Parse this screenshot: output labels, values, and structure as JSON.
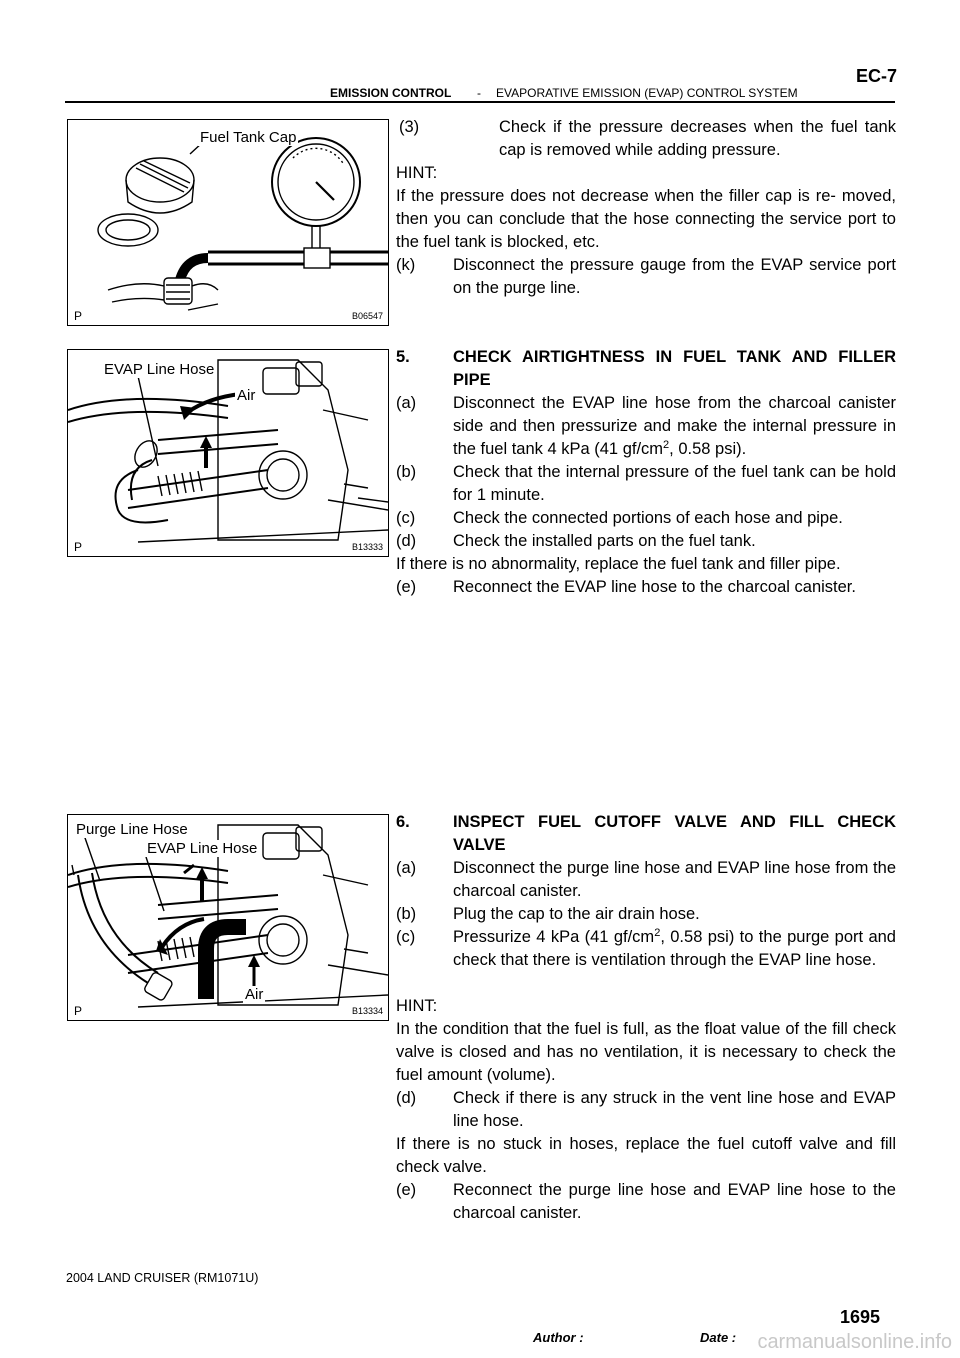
{
  "header": {
    "section": "EMISSION CONTROL",
    "dash": "-",
    "subsection": "EVAPORATIVE EMISSION (EVAP) CONTROL SYSTEM",
    "page_code": "EC-7"
  },
  "figures": [
    {
      "labels": [
        "Fuel Tank Cap"
      ],
      "code": "B06547",
      "corner": "P"
    },
    {
      "labels": [
        "EVAP Line Hose",
        "Air"
      ],
      "code": "B13333",
      "corner": "P"
    },
    {
      "labels": [
        "Purge Line Hose",
        "EVAP Line Hose",
        "Air"
      ],
      "code": "B13334",
      "corner": "P"
    }
  ],
  "block1": {
    "step3_num": "(3)",
    "step3_text": "Check if the pressure decreases when the fuel tank cap is removed while adding pressure.",
    "hint": "HINT:",
    "hint_text": "If the pressure does not decrease when the filler cap is re- moved, then you can conclude that the hose connecting the service port to the fuel tank is blocked, etc.",
    "k_num": "(k)",
    "k_text": "Disconnect the pressure gauge from the EVAP service port on the purge line."
  },
  "section5": {
    "num": "5.",
    "title": "CHECK AIRTIGHTNESS IN FUEL TANK AND FILLER PIPE",
    "a_num": "(a)",
    "a_text_pre": "Disconnect the EVAP line hose from the charcoal canister side and then pressurize and make the internal pressure in the fuel tank 4 kPa (41 gf/cm",
    "a_sup": "2",
    "a_text_post": ", 0.58 psi).",
    "b_num": "(b)",
    "b_text": "Check that the internal pressure of the fuel tank can be hold for 1 minute.",
    "c_num": "(c)",
    "c_text": "Check the connected portions of each hose and pipe.",
    "d_num": "(d)",
    "d_text": "Check the installed parts on the fuel tank.",
    "note": "If there is no abnormality, replace the fuel tank and filler pipe.",
    "e_num": "(e)",
    "e_text": "Reconnect the EVAP line hose to the charcoal canister."
  },
  "section6": {
    "num": "6.",
    "title": "INSPECT FUEL CUTOFF VALVE AND FILL CHECK VALVE",
    "a_num": "(a)",
    "a_text": "Disconnect the purge line hose and EVAP line hose from the charcoal canister.",
    "b_num": "(b)",
    "b_text": "Plug the cap to the air drain hose.",
    "c_num": "(c)",
    "c_text_pre": "Pressurize 4 kPa (41 gf/cm",
    "c_sup": "2",
    "c_text_post": ", 0.58 psi) to the purge port and check that there is ventilation through the EVAP line hose.",
    "hint": "HINT:",
    "hint_text": "In the condition that the fuel is full, as the float value of the fill check valve is closed and has no ventilation, it is necessary to check the fuel amount (volume).",
    "d_num": "(d)",
    "d_text": "Check if there is any struck in the vent line hose and EVAP line hose.",
    "note": "If there is no stuck in hoses, replace the fuel cutoff valve and fill check valve.",
    "e_num": "(e)",
    "e_text": "Reconnect the purge line hose and EVAP line hose to the charcoal canister."
  },
  "footer": {
    "model": "2004 LAND CRUISER   (RM1071U)",
    "page_number": "1695",
    "author_label": "Author :",
    "date_label": "Date :",
    "watermark": "carmanualsonline.info"
  }
}
